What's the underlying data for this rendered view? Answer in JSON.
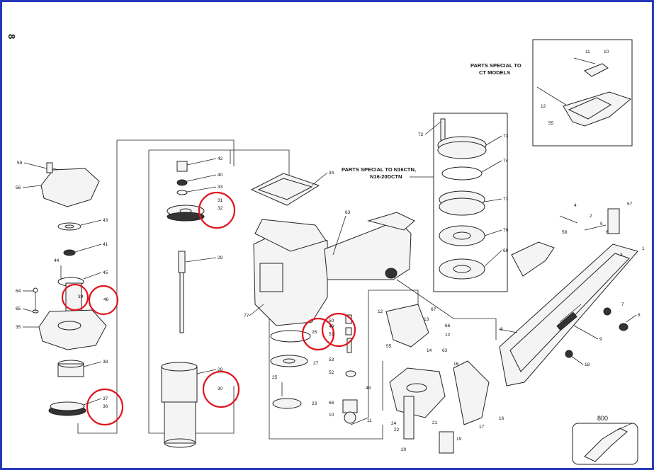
{
  "page_number": "8",
  "notes": {
    "ct_models": [
      "PARTS SPECIAL TO",
      "CT MODELS"
    ],
    "n16": [
      "PARTS SPECIAL TO N16CTN,",
      "N16-20DCTN"
    ]
  },
  "accessory_label": "800",
  "callouts": [
    "59",
    "56",
    "43",
    "41",
    "44",
    "45",
    "39",
    "46",
    "64",
    "65",
    "35",
    "38",
    "37",
    "36",
    "42",
    "40",
    "33",
    "31",
    "32",
    "29",
    "28",
    "30",
    "34",
    "63",
    "77",
    "26",
    "50",
    "49",
    "51",
    "27",
    "53",
    "52",
    "48",
    "25",
    "23",
    "68",
    "10",
    "11",
    "72",
    "73",
    "74",
    "71",
    "70",
    "69",
    "12",
    "67",
    "13",
    "66",
    "12",
    "55",
    "14",
    "63",
    "16",
    "24",
    "22",
    "21",
    "20",
    "19",
    "17",
    "16",
    "4",
    "57",
    "2",
    "6",
    "5",
    "58",
    "1",
    "3",
    "7",
    "8",
    "8",
    "9",
    "18",
    "11",
    "10",
    "12",
    "55"
  ],
  "highlight_color": "#e0141d",
  "border_color": "#2438b8"
}
